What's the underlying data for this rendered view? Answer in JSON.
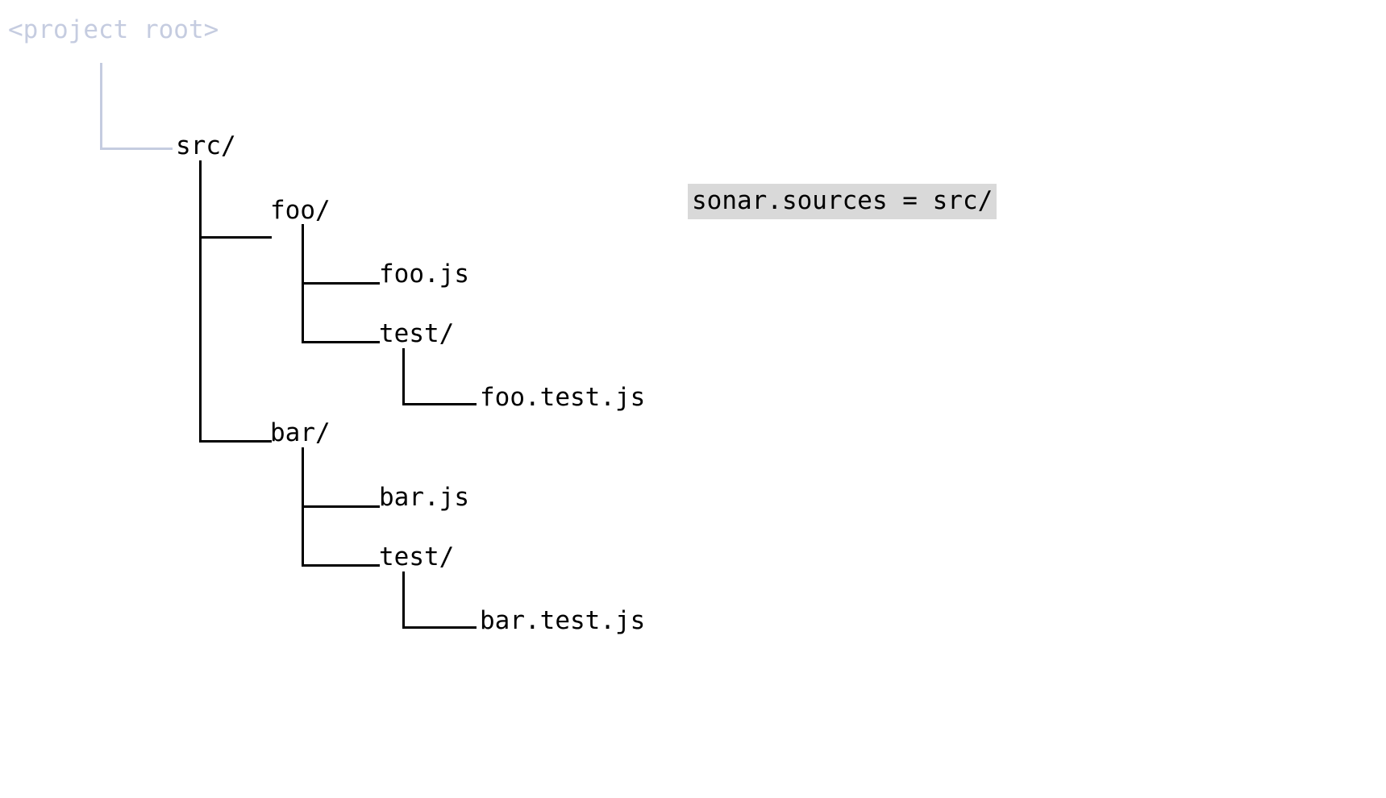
{
  "diagram": {
    "type": "directory-tree",
    "root_label": "<project root>",
    "root_color": "#c5cce0",
    "line_color": "#000000",
    "background": "#ffffff",
    "nodes": {
      "root": "<project root>",
      "src": "src/",
      "foo_dir": "foo/",
      "foo_js": "foo.js",
      "foo_test_dir": "test/",
      "foo_test_js": "foo.test.js",
      "bar_dir": "bar/",
      "bar_js": "bar.js",
      "bar_test_dir": "test/",
      "bar_test_js": "bar.test.js"
    },
    "tree_text": [
      "<project root>",
      "└── src/",
      "    ├── foo/",
      "    │   ├── foo.js",
      "    │   └── test/",
      "    │       └── foo.test.js",
      "    └── bar/",
      "        ├── bar.js",
      "        └── test/",
      "            └── bar.test.js"
    ]
  },
  "annotation": {
    "code_badge": "sonar.sources = src/",
    "badge_background": "#d9d9d9",
    "badge_text_color": "#000000"
  }
}
